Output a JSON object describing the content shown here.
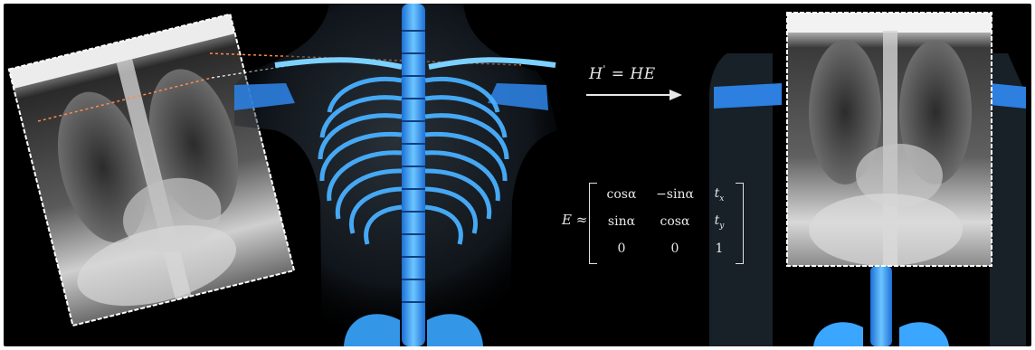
{
  "equation": {
    "left_symbol": "H",
    "prime": "'",
    "rhs": " = HE"
  },
  "matrix": {
    "lhs": "E ≈",
    "cells": [
      [
        "cosα",
        "−sinα",
        "t"
      ],
      [
        "sinα",
        "cosα",
        "t"
      ],
      [
        "0",
        "0",
        "1"
      ]
    ],
    "subscripts": [
      "x",
      "y"
    ]
  },
  "colors": {
    "background": "#000000",
    "skeleton": "#3aa6ff",
    "body": "#b8c7d6",
    "xray_frame": "#ffffff",
    "guide_line": "#ff7a4d"
  },
  "icons": [
    "right-arrow-icon"
  ]
}
